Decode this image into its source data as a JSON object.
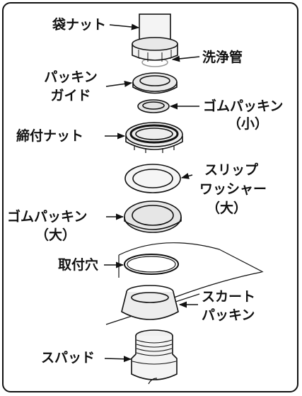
{
  "labels": {
    "fukuro_nut": "袋ナット",
    "senjokan": "洗浄管",
    "packing_guide_1": "パッキン",
    "packing_guide_2": "ガイド",
    "gom_packing_small_1": "ゴムパッキン",
    "gom_packing_small_2": "（小）",
    "shimetsuke_nut": "締付ナット",
    "slip_washer_1": "スリップ",
    "slip_washer_2": "ワッシャー",
    "slip_washer_3": "（大）",
    "gom_packing_large_1": "ゴムパッキン",
    "gom_packing_large_2": "（大）",
    "toritsuke_ana": "取付穴",
    "skirt_packing_1": "スカート",
    "skirt_packing_2": "パッキン",
    "spud": "スパッド"
  },
  "colors": {
    "line": "#111111",
    "pipe": "#f4f4f4",
    "shade": "#cfcfcf"
  }
}
